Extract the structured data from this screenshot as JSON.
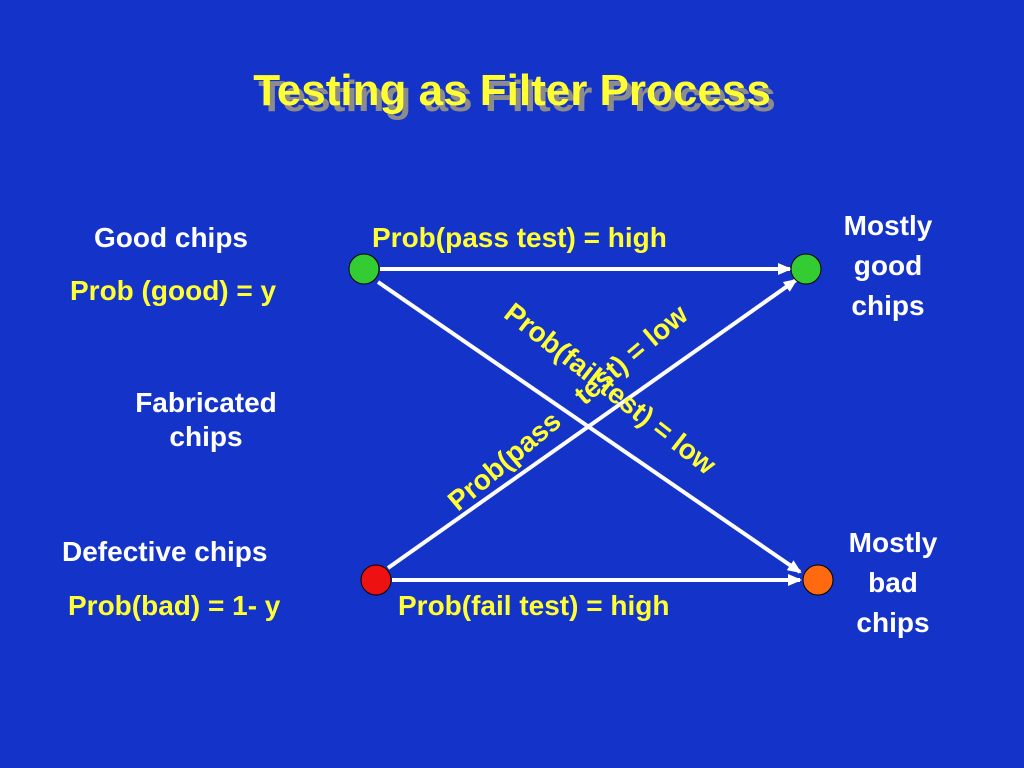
{
  "title": "Testing as Filter Process",
  "colors": {
    "background": "#1433C8",
    "title": "#FFFF33",
    "title_shadow": "#8C8C8C",
    "label_white": "#FFFFFF",
    "label_yellow": "#FFFF33",
    "good_node": "#33CC33",
    "defective_node": "#EE1111",
    "bad_output_node": "#FF6A10",
    "arrow": "#FFFFFF"
  },
  "left": {
    "good_chips": "Good chips",
    "prob_good": "Prob (good) = y",
    "fabricated_line1": "Fabricated",
    "fabricated_line2": "chips",
    "defective_chips": "Defective chips",
    "prob_bad": "Prob(bad) = 1- y"
  },
  "right": {
    "good_line1": "Mostly",
    "good_line2": "good",
    "good_line3": "chips",
    "bad_line1": "Mostly",
    "bad_line2": "bad",
    "bad_line3": "chips"
  },
  "edges": {
    "good_to_good": "Prob(pass test) = high",
    "good_to_bad_a": "Prob(fail test) = low",
    "good_to_bad_b": "test) = low",
    "bad_to_good": "Prob(pass",
    "bad_to_bad": "Prob(fail test) = high"
  }
}
